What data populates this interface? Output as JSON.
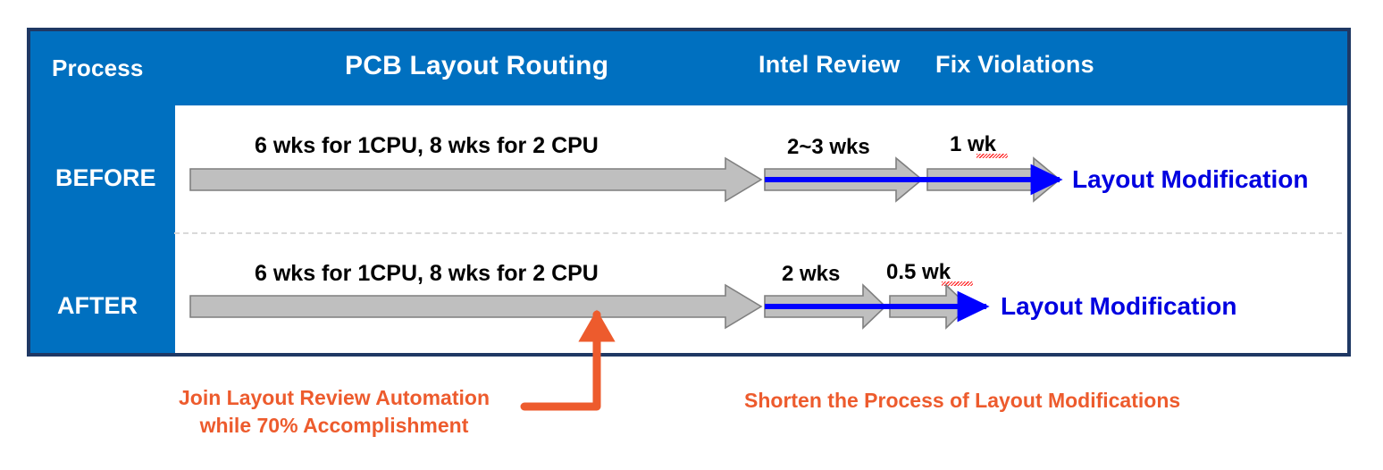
{
  "colors": {
    "frame_border": "#1F3864",
    "panel_blue": "#0070C0",
    "panel_white": "#FFFFFF",
    "arrow_gray_fill": "#BFBFBF",
    "arrow_gray_stroke": "#7F7F7F",
    "blue_line": "#0000FF",
    "blue_text": "#0000E0",
    "orange_accent": "#ED5B2D",
    "divider_gray": "#D9D9D9",
    "spellcheck_red": "#FF0000"
  },
  "header": {
    "process_label": "Process",
    "phases": [
      {
        "label": "PCB Layout Routing"
      },
      {
        "label": "Intel Review"
      },
      {
        "label": "Fix Violations"
      }
    ]
  },
  "rows": [
    {
      "name": "BEFORE",
      "label": "BEFORE",
      "stages": [
        {
          "key": "pcb-layout-routing",
          "duration": "6 wks for 1CPU, 8 wks for 2 CPU",
          "misspelled": false
        },
        {
          "key": "intel-review",
          "duration": "2~3 wks",
          "misspelled": false
        },
        {
          "key": "fix-violations",
          "duration": "1 wk",
          "misspelled": true
        }
      ],
      "outcome": "Layout Modification"
    },
    {
      "name": "AFTER",
      "label": "AFTER",
      "stages": [
        {
          "key": "pcb-layout-routing",
          "duration": "6 wks for 1CPU, 8 wks for 2 CPU",
          "misspelled": false
        },
        {
          "key": "intel-review",
          "duration": "2 wks",
          "misspelled": false
        },
        {
          "key": "fix-violations",
          "duration": "0.5 wk",
          "misspelled": true
        }
      ],
      "outcome": "Layout Modification"
    }
  ],
  "annotations": {
    "left_note_line1": "Join Layout Review Automation",
    "left_note_line2": "while 70% Accomplishment",
    "right_note": "Shorten the Process of Layout Modifications"
  }
}
